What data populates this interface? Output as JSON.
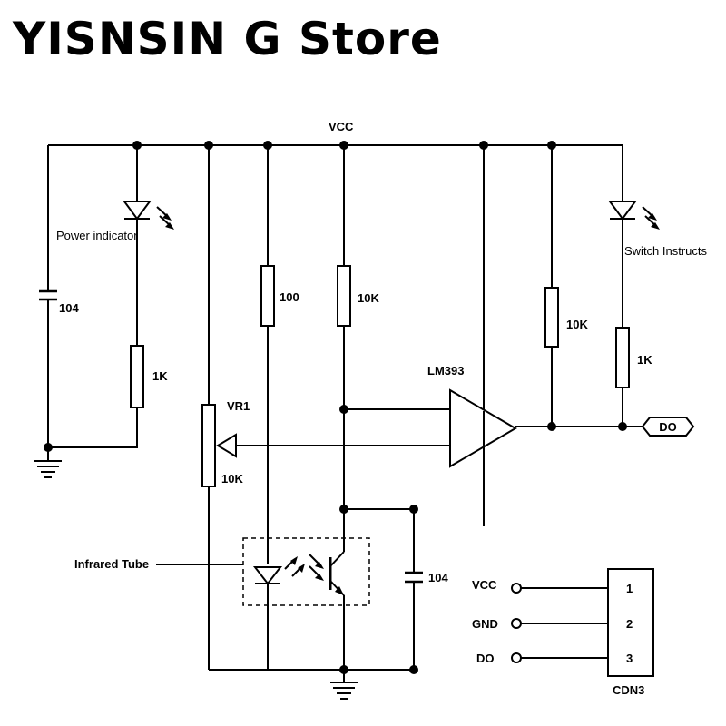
{
  "store_title": "YISNSIN G Store",
  "labels": {
    "vcc": "VCC",
    "power_indicator": "Power indicator",
    "switch_instructs": "Switch Instructs",
    "c1": "104",
    "r_power": "1K",
    "r_100": "100",
    "r_10k_a": "10K",
    "r_10k_b": "10K",
    "r_sw": "1K",
    "vr1": "VR1",
    "vr1_value": "10K",
    "comparator": "LM393",
    "do_out": "DO",
    "infrared_tube": "Infrared Tube",
    "c2": "104"
  },
  "connector": {
    "name": "CDN3",
    "pins": [
      {
        "signal": "VCC",
        "number": "1"
      },
      {
        "signal": "GND",
        "number": "2"
      },
      {
        "signal": "DO",
        "number": "3"
      }
    ]
  }
}
